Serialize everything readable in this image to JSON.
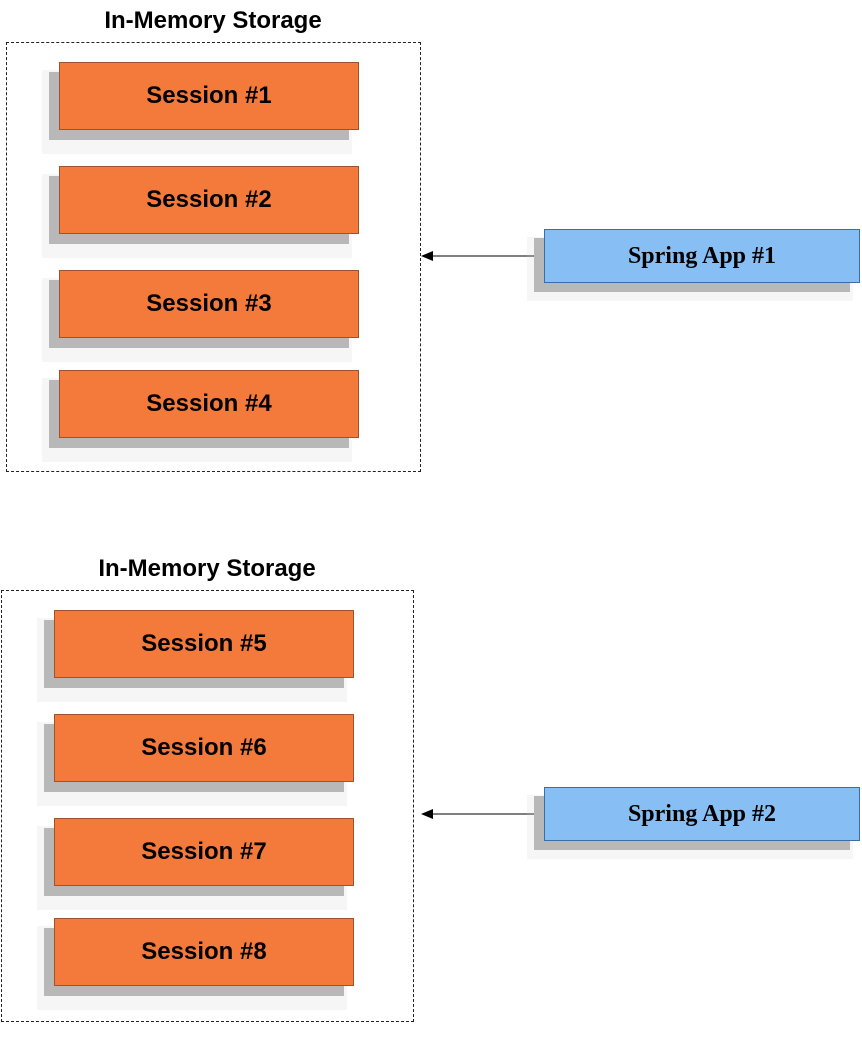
{
  "diagram": {
    "groups": [
      {
        "storage_label": "In-Memory Storage",
        "sessions": [
          "Session #1",
          "Session #2",
          "Session #3",
          "Session #4"
        ],
        "app_label": "Spring App #1"
      },
      {
        "storage_label": "In-Memory Storage",
        "sessions": [
          "Session #5",
          "Session #6",
          "Session #7",
          "Session #8"
        ],
        "app_label": "Spring App #2"
      }
    ]
  },
  "colors": {
    "session_fill": "#f47a3c",
    "app_fill": "#87bff5",
    "shadow": "#b8b8b8"
  }
}
